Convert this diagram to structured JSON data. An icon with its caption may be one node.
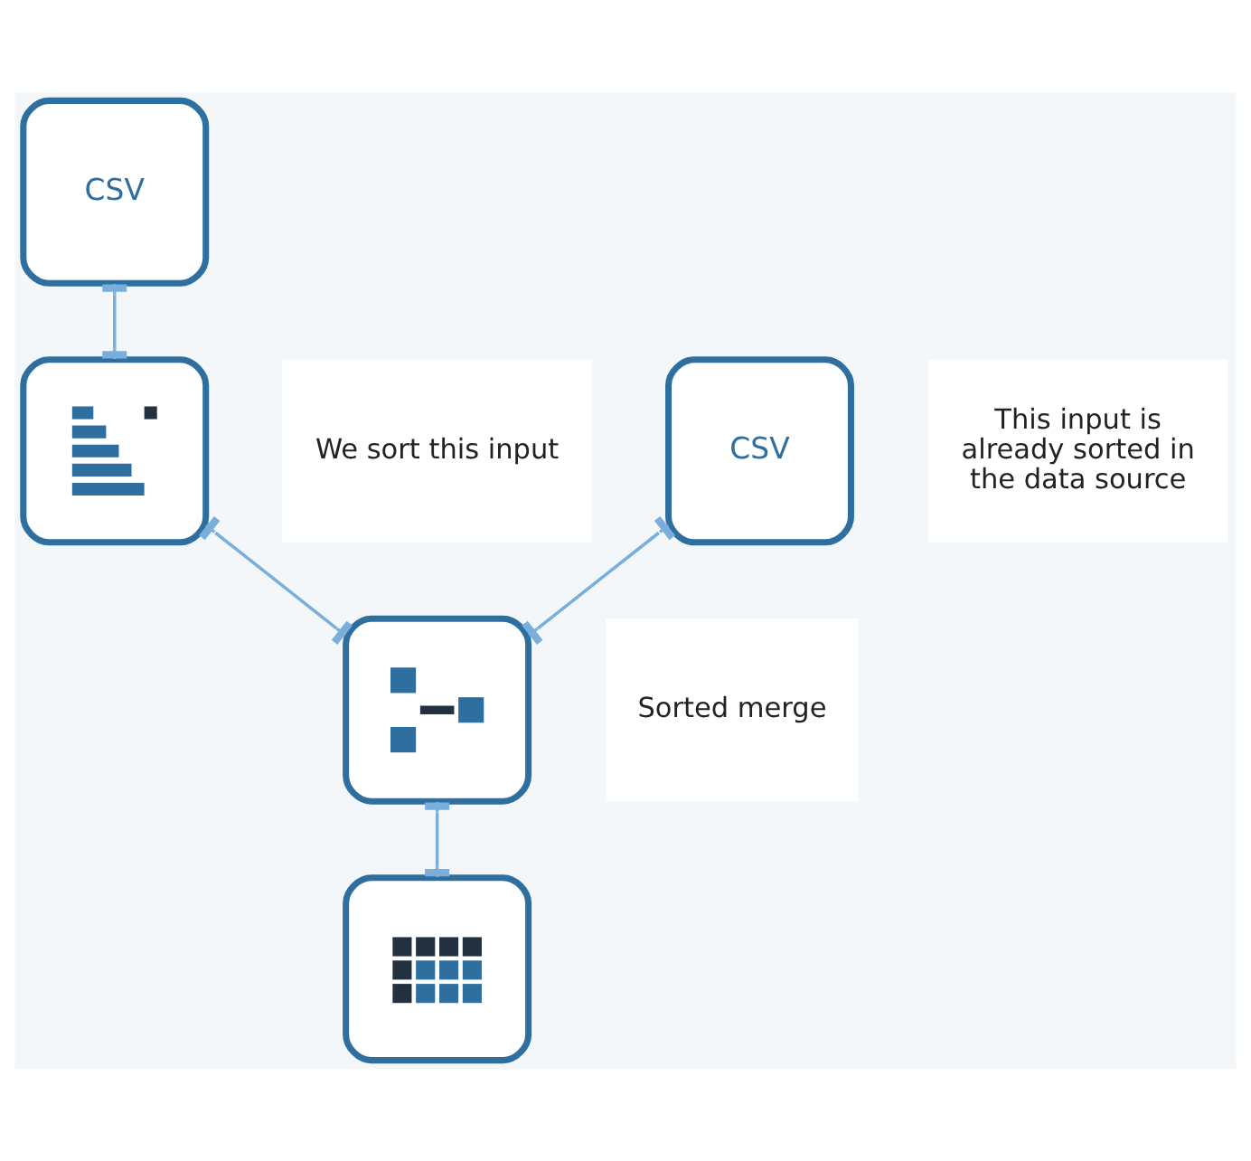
{
  "diagram": {
    "nodes": [
      {
        "text": [
          "CSV"
        ]
      },
      {
        "text": [],
        "shape": "picture",
        "beside": [
          "We sort this input"
        ]
      },
      {
        "text": [
          "CSV"
        ],
        "beside": [
          "This input is already sorted in the data source"
        ]
      },
      {
        "text": [],
        "shape": "picture",
        "beside": [
          "Sorted merge"
        ]
      },
      {
        "text": [],
        "shape": "picture"
      }
    ],
    "edges": [
      {
        "from": 0,
        "to": 1,
        "arrow": "other"
      },
      {
        "from": 1,
        "to": 3,
        "arrow": "other"
      },
      {
        "from": 2,
        "to": 3,
        "arrow": "other"
      },
      {
        "from": 3,
        "to": 4,
        "arrow": "other"
      }
    ]
  }
}
